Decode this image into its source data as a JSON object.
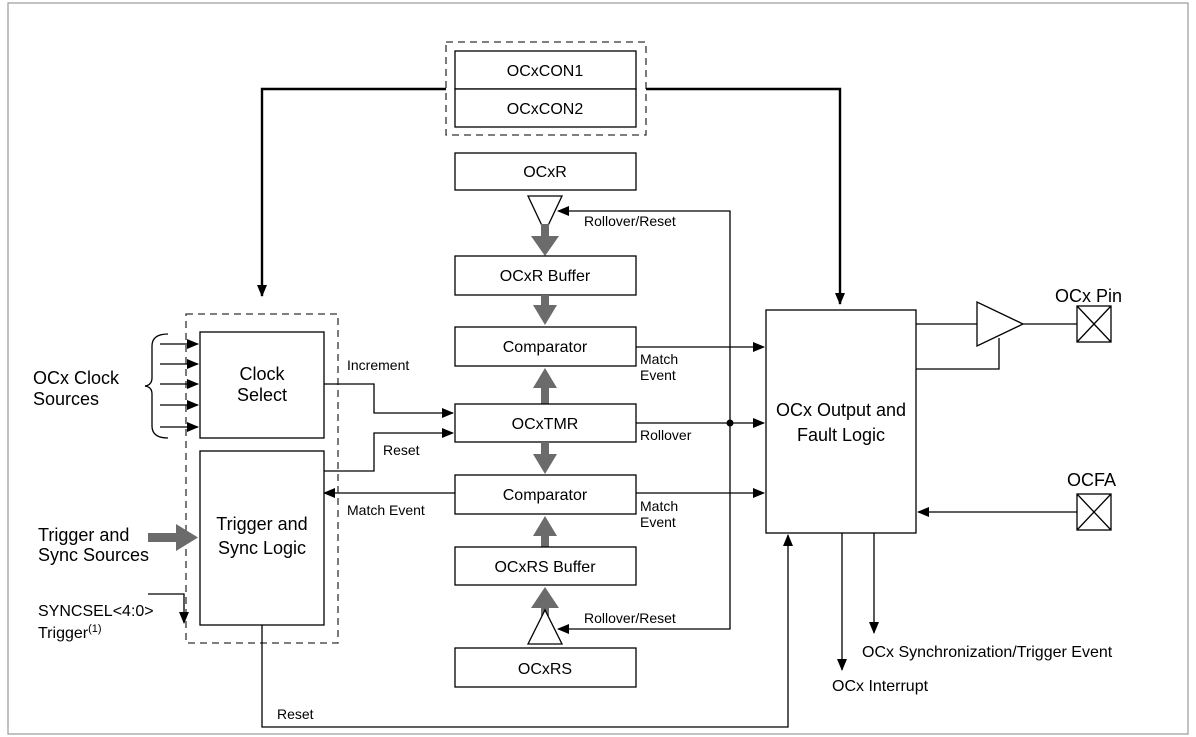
{
  "registers": {
    "ocxcon1": "OCxCON1",
    "ocxcon2": "OCxCON2",
    "ocxr": "OCxR",
    "ocxr_buffer": "OCxR Buffer",
    "comparator_top": "Comparator",
    "ocxtmr": "OCxTMR",
    "comparator_bottom": "Comparator",
    "ocxrs_buffer": "OCxRS Buffer",
    "ocxrs": "OCxRS"
  },
  "clock_select": {
    "line1": "Clock",
    "line2": "Select"
  },
  "trigger_sync_logic": {
    "line1": "Trigger and",
    "line2": "Sync Logic"
  },
  "output_logic": {
    "line1": "OCx Output and",
    "line2": "Fault Logic"
  },
  "inputs": {
    "clock_sources_line1": "OCx Clock",
    "clock_sources_line2": "Sources",
    "trigger_sources_line1": "Trigger and",
    "trigger_sources_line2": "Sync Sources",
    "syncsel_line1": "SYNCSEL<4:0>",
    "syncsel_line2": "Trigger",
    "syncsel_note": "(1)"
  },
  "signals": {
    "rollover_reset_top": "Rollover/Reset",
    "rollover_reset_bottom": "Rollover/Reset",
    "increment": "Increment",
    "reset_timer": "Reset",
    "match_event_top_1": "Match",
    "match_event_top_2": "Event",
    "rollover": "Rollover",
    "match_event_bottom_1": "Match",
    "match_event_bottom_2": "Event",
    "match_event_left": "Match Event",
    "reset_bottom": "Reset"
  },
  "outputs": {
    "ocx_pin": "OCx Pin",
    "ocfa": "OCFA",
    "sync_trigger_event": "OCx Synchronization/Trigger Event",
    "interrupt": "OCx Interrupt"
  }
}
